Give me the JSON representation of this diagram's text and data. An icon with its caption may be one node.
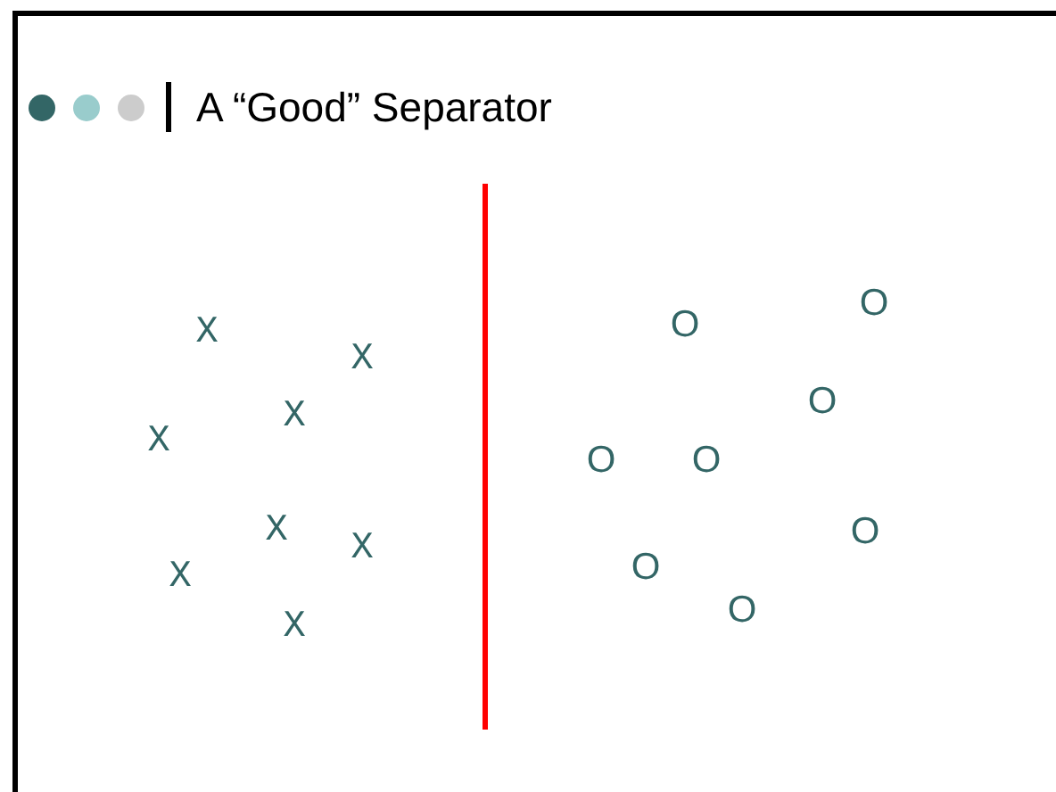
{
  "diagram": {
    "title": "A “Good” Separator",
    "labels": [
      "O",
      "O",
      "X",
      "X",
      "O",
      "X",
      "X",
      "O",
      "O",
      "X",
      "O",
      "X",
      "O",
      "X",
      "O",
      "X"
    ]
  }
}
